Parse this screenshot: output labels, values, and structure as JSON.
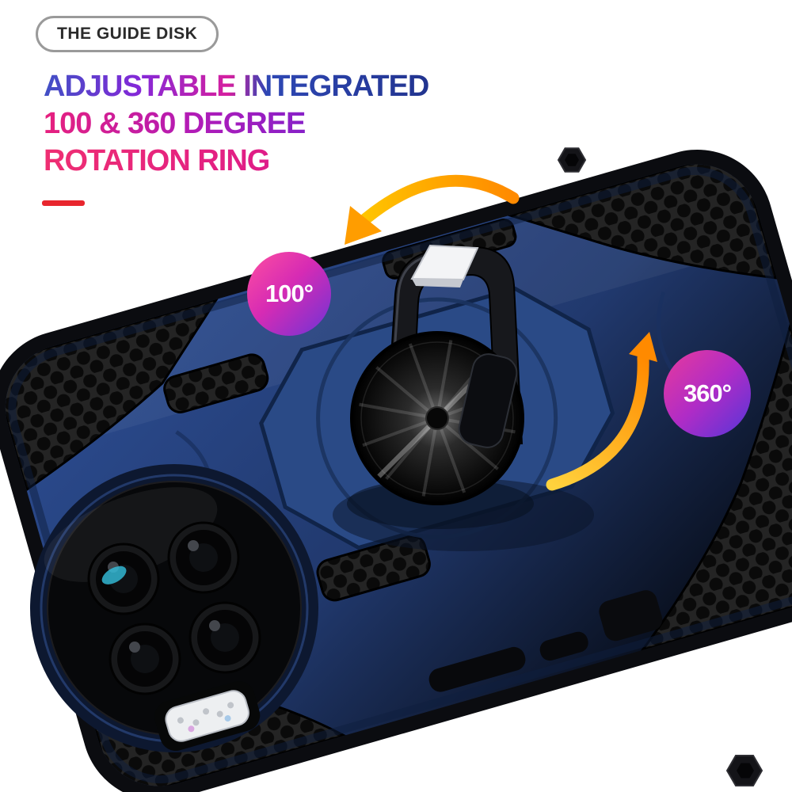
{
  "badge": {
    "label": "THE GUIDE DISK"
  },
  "title": {
    "line1": "ADJUSTABLE INTEGRATED",
    "line2": "100 & 360 DEGREE",
    "line3": "ROTATION RING"
  },
  "callouts": {
    "rotation_100": "100°",
    "rotation_360": "360°"
  },
  "icons": {
    "rotation_arrow_top": "curved-rotation-arrow",
    "rotation_arrow_right": "curved-rotation-arrow"
  },
  "colors": {
    "case_navy": "#23407a",
    "frame_black": "#0b0c10",
    "accent_red": "#e8262e",
    "badge_gradient": [
      "#ff4fa0",
      "#d62bb4",
      "#6d33d6"
    ],
    "title_gradient": [
      "#3f51c4",
      "#8428d8",
      "#d61f9f",
      "#e01d86"
    ],
    "arrow_gradient": [
      "#ffd23d",
      "#ff8a00"
    ]
  }
}
